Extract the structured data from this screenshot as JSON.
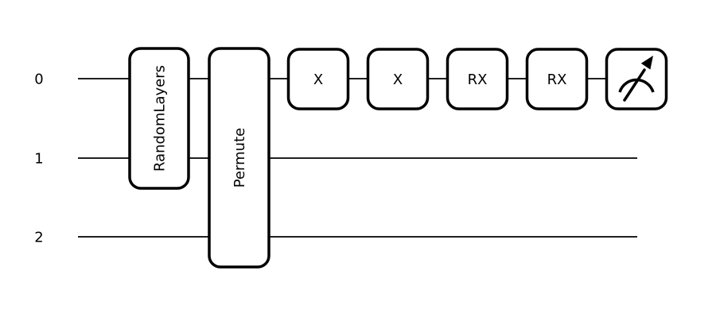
{
  "diagram": {
    "type": "quantum-circuit",
    "colors": {
      "background": "#ffffff",
      "stroke": "#000000",
      "gate_fill": "#ffffff"
    },
    "wires": [
      {
        "label": "0"
      },
      {
        "label": "1"
      },
      {
        "label": "2"
      }
    ],
    "gates": [
      {
        "label": "RandomLayers",
        "wires": "0-1",
        "label_rotated": true
      },
      {
        "label": "Permute",
        "wires": "0-2",
        "label_rotated": true
      },
      {
        "label": "X",
        "wires": "0",
        "label_rotated": false
      },
      {
        "label": "X",
        "wires": "0",
        "label_rotated": false
      },
      {
        "label": "RX",
        "wires": "0",
        "label_rotated": false
      },
      {
        "label": "RX",
        "wires": "0",
        "label_rotated": false
      }
    ],
    "measurement": {
      "wire": "0",
      "icon": "gauge-measurement-icon"
    }
  }
}
